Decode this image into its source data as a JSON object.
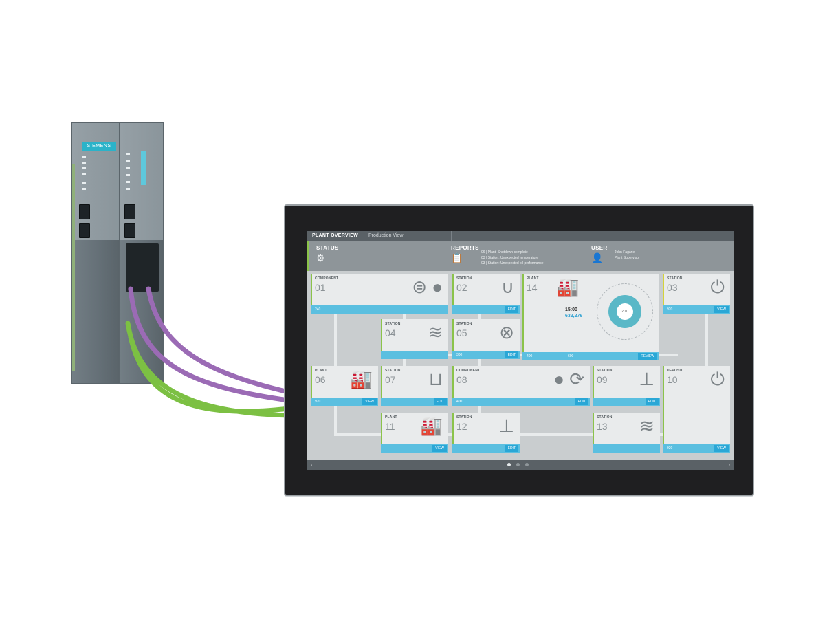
{
  "plc": {
    "brand": "SIEMENS"
  },
  "screen": {
    "title": "PLANT OVERVIEW",
    "subtitle": "Production View",
    "status": {
      "label": "STATUS",
      "icon": "gear-icon"
    },
    "reports": {
      "label": "REPORTS",
      "icon": "clipboard-icon",
      "lines": [
        "06 | Plant: Shutdown complete",
        "03 | Station: Unexpected temperature",
        "03 | Station: Unexpected oil performance"
      ]
    },
    "user": {
      "label": "USER",
      "name": "John Fagarie",
      "role": "Plant Supervisor",
      "icon": "user-icon"
    },
    "tiles": [
      {
        "id": "t01",
        "type": "COMPONENT",
        "num": "01",
        "icon": "pump-icon",
        "foot_left": "240",
        "button": ""
      },
      {
        "id": "t02",
        "type": "STATION",
        "num": "02",
        "icon": "pipe-icon",
        "foot_left": "",
        "button": "EDIT"
      },
      {
        "id": "t14",
        "type": "PLANT",
        "num": "14",
        "icon": "factory-icon",
        "foot_left": "400",
        "foot_mid": "600",
        "button": "REVIEW",
        "gauge": "20.0",
        "time": "15:00",
        "counter": "632,276"
      },
      {
        "id": "t03",
        "type": "STATION",
        "num": "03",
        "icon": "power-icon",
        "foot_left": "920",
        "button": "VIEW"
      },
      {
        "id": "t04",
        "type": "STATION",
        "num": "04",
        "icon": "coil-icon",
        "foot_left": "",
        "button": ""
      },
      {
        "id": "t05",
        "type": "STATION",
        "num": "05",
        "icon": "valve-icon",
        "foot_left": "300",
        "button": "EDIT"
      },
      {
        "id": "t06",
        "type": "PLANT",
        "num": "06",
        "icon": "factory-icon",
        "foot_left": "920",
        "button": "VIEW"
      },
      {
        "id": "t07",
        "type": "STATION",
        "num": "07",
        "icon": "pipe-icon",
        "foot_left": "",
        "button": "EDIT"
      },
      {
        "id": "t08",
        "type": "COMPONENT",
        "num": "08",
        "icon": "tank-icon",
        "foot_left": "400",
        "button": "EDIT"
      },
      {
        "id": "t09",
        "type": "STATION",
        "num": "09",
        "icon": "nozzle-icon",
        "foot_left": "",
        "button": "EDIT"
      },
      {
        "id": "t10",
        "type": "DEPOSIT",
        "num": "10",
        "icon": "power-icon",
        "foot_left": "920",
        "button": "VIEW"
      },
      {
        "id": "t11",
        "type": "PLANT",
        "num": "11",
        "icon": "factory-icon",
        "foot_left": "",
        "button": "VIEW"
      },
      {
        "id": "t12",
        "type": "STATION",
        "num": "12",
        "icon": "nozzle-icon",
        "foot_left": "",
        "button": "EDIT"
      },
      {
        "id": "t13",
        "type": "STATION",
        "num": "13",
        "icon": "coil-icon",
        "foot_left": "",
        "button": ""
      }
    ]
  },
  "colors": {
    "accent_green": "#8bc34a",
    "accent_blue": "#5bbfe0",
    "cable_purple": "#9b6bb5",
    "cable_green": "#7cc043"
  }
}
